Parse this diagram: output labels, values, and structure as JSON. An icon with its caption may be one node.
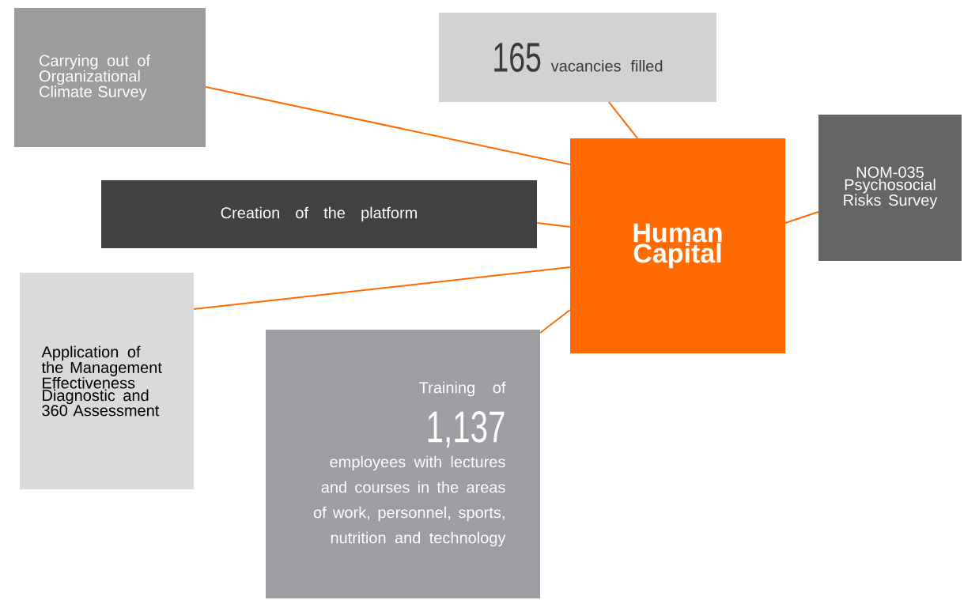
{
  "diagram": {
    "nodes": [
      {
        "text": [
          "Human Capital"
        ]
      },
      {
        "text": [
          "Carrying out of Organizational Climate Survey"
        ]
      },
      {
        "text": [
          "165",
          "vacancies filled"
        ]
      },
      {
        "text": [
          "Creation of the platform"
        ]
      },
      {
        "text": [
          "NOM-035 Psychosocial Risks Survey"
        ]
      },
      {
        "text": [
          "Application of the Management Effectiveness Diagnostic and 360 Assessment"
        ]
      },
      {
        "text": [
          "Training of",
          "1,137",
          "employees with lectures and courses in the areas of work, personnel, sports, nutrition and technology"
        ]
      }
    ],
    "edges": [
      {
        "from": 1,
        "to": 0,
        "arrow": "none"
      },
      {
        "from": 2,
        "to": 0,
        "arrow": "none"
      },
      {
        "from": 3,
        "to": 0,
        "arrow": "none"
      },
      {
        "from": 4,
        "to": 0,
        "arrow": "none"
      },
      {
        "from": 5,
        "to": 0,
        "arrow": "none"
      },
      {
        "from": 6,
        "to": 0,
        "arrow": "none"
      }
    ]
  }
}
